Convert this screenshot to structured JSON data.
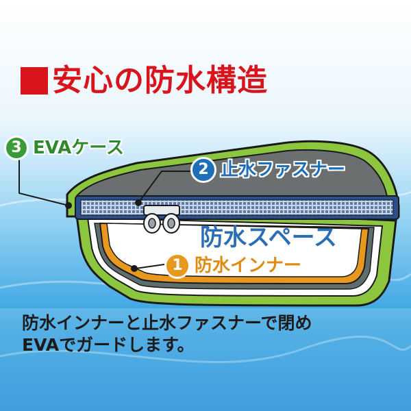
{
  "title": {
    "marker": "■",
    "text": "安心の防水構造"
  },
  "labels": {
    "eva_case": {
      "number": "3",
      "text": "EVAケース"
    },
    "zipper": {
      "number": "2",
      "text": "止水ファスナー"
    },
    "inner": {
      "number": "1",
      "text": "防水インナー"
    },
    "space": "防水スペース"
  },
  "description": {
    "line1": "防水インナーと止水ファスナーで閉め",
    "line2": "EVAでガードします。"
  },
  "colors": {
    "title_red": "#d8141c",
    "case_green": "#8cc63e",
    "zipper_blue": "#1e6fb8",
    "inner_orange": "#e8981e",
    "space_blue": "#2a6eb5",
    "lid_gray": "#6b6f6f"
  },
  "icons": [
    "square-marker-icon",
    "zipper-pull-icon"
  ]
}
